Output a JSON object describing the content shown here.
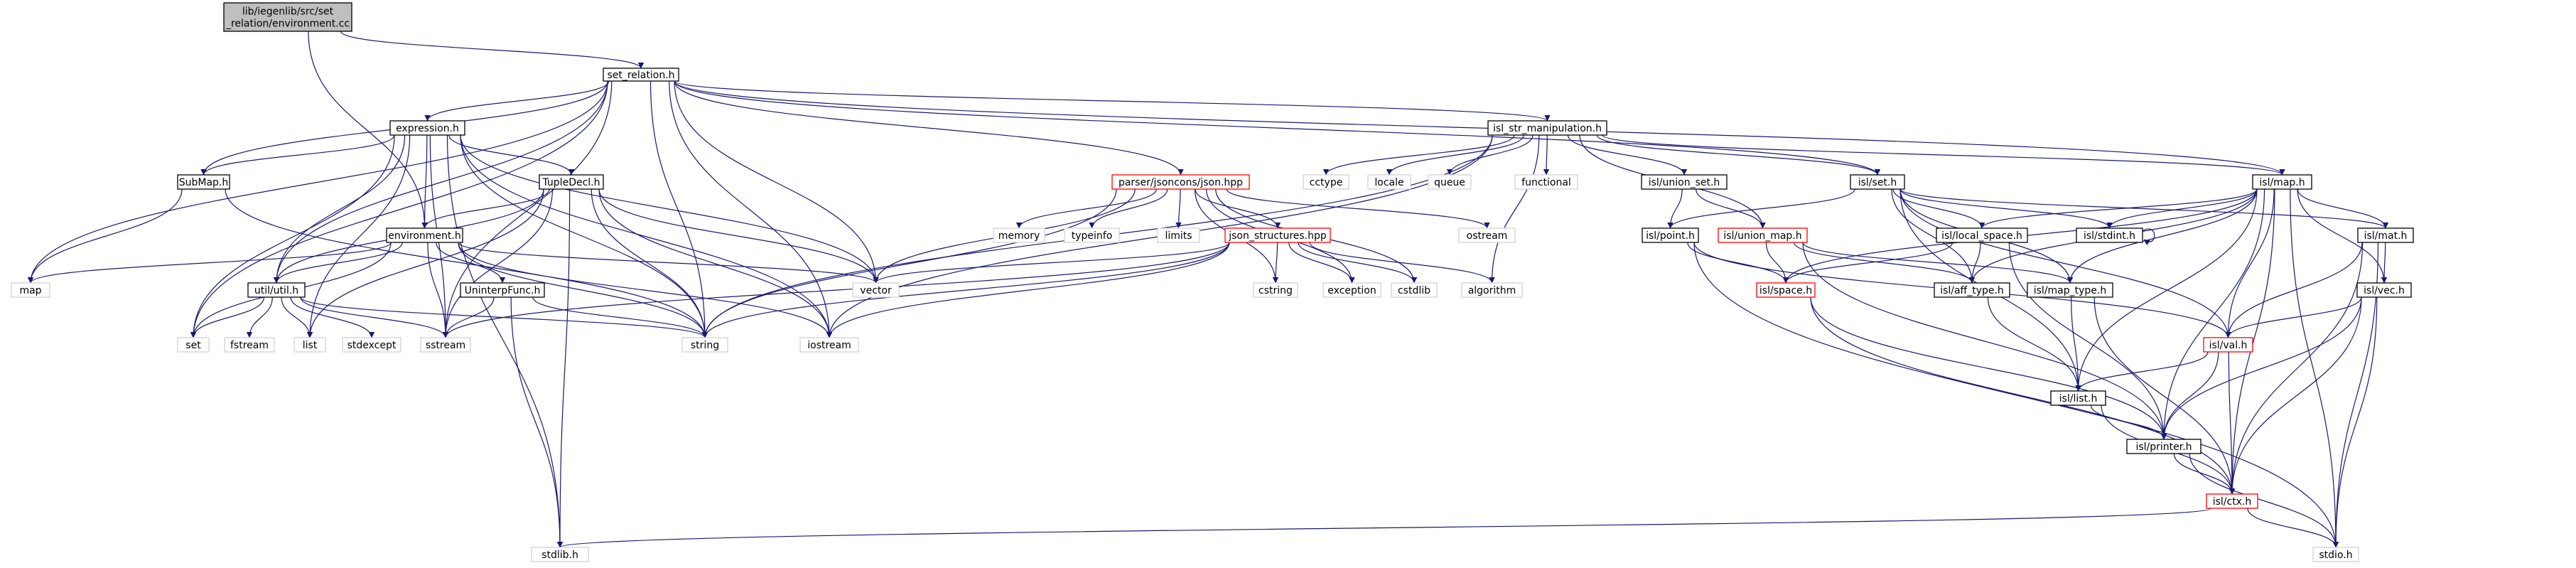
{
  "colors": {
    "edge": "#191970",
    "box_normal": "#000000",
    "box_missing": "#d3d3d3",
    "box_truncated": "#ff0000",
    "root_fill": "#bfbfbf",
    "fill": "#ffffff"
  },
  "nodes": [
    {
      "id": "root",
      "kind": "root",
      "lines": [
        "lib/iegenlib/src/set",
        "_relation/environment.cc"
      ]
    },
    {
      "id": "set_relation_h",
      "kind": "normal",
      "lines": [
        "set_relation.h"
      ]
    },
    {
      "id": "expression_h",
      "kind": "normal",
      "lines": [
        "expression.h"
      ]
    },
    {
      "id": "isl_str_manipulation_h",
      "kind": "normal",
      "lines": [
        "isl_str_manipulation.h"
      ]
    },
    {
      "id": "submap_h",
      "kind": "normal",
      "lines": [
        "SubMap.h"
      ]
    },
    {
      "id": "tupledecl_h",
      "kind": "normal",
      "lines": [
        "TupleDecl.h"
      ]
    },
    {
      "id": "parser_json_hpp",
      "kind": "truncated",
      "lines": [
        "parser/jsoncons/json.hpp"
      ]
    },
    {
      "id": "environment_h",
      "kind": "normal",
      "lines": [
        "environment.h"
      ]
    },
    {
      "id": "json_structures_hpp",
      "kind": "truncated",
      "lines": [
        "json_structures.hpp"
      ]
    },
    {
      "id": "util_util_h",
      "kind": "normal",
      "lines": [
        "util/util.h"
      ]
    },
    {
      "id": "uninterpfunc_h",
      "kind": "normal",
      "lines": [
        "UninterpFunc.h"
      ]
    },
    {
      "id": "map",
      "kind": "missing",
      "lines": [
        "map"
      ]
    },
    {
      "id": "vector",
      "kind": "missing",
      "lines": [
        "vector"
      ]
    },
    {
      "id": "set",
      "kind": "missing",
      "lines": [
        "set"
      ]
    },
    {
      "id": "fstream",
      "kind": "missing",
      "lines": [
        "fstream"
      ]
    },
    {
      "id": "list",
      "kind": "missing",
      "lines": [
        "list"
      ]
    },
    {
      "id": "stdexcept",
      "kind": "missing",
      "lines": [
        "stdexcept"
      ]
    },
    {
      "id": "sstream",
      "kind": "missing",
      "lines": [
        "sstream"
      ]
    },
    {
      "id": "string",
      "kind": "missing",
      "lines": [
        "string"
      ]
    },
    {
      "id": "iostream",
      "kind": "missing",
      "lines": [
        "iostream"
      ]
    },
    {
      "id": "stdlib_h",
      "kind": "missing",
      "lines": [
        "stdlib.h"
      ]
    },
    {
      "id": "memory",
      "kind": "missing",
      "lines": [
        "memory"
      ]
    },
    {
      "id": "typeinfo",
      "kind": "missing",
      "lines": [
        "typeinfo"
      ]
    },
    {
      "id": "limits",
      "kind": "missing",
      "lines": [
        "limits"
      ]
    },
    {
      "id": "cstring",
      "kind": "missing",
      "lines": [
        "cstring"
      ]
    },
    {
      "id": "exception",
      "kind": "missing",
      "lines": [
        "exception"
      ]
    },
    {
      "id": "cstdlib",
      "kind": "missing",
      "lines": [
        "cstdlib"
      ]
    },
    {
      "id": "algorithm",
      "kind": "missing",
      "lines": [
        "algorithm"
      ]
    },
    {
      "id": "ostream",
      "kind": "missing",
      "lines": [
        "ostream"
      ]
    },
    {
      "id": "cctype",
      "kind": "missing",
      "lines": [
        "cctype"
      ]
    },
    {
      "id": "locale",
      "kind": "missing",
      "lines": [
        "locale"
      ]
    },
    {
      "id": "queue",
      "kind": "missing",
      "lines": [
        "queue"
      ]
    },
    {
      "id": "functional",
      "kind": "missing",
      "lines": [
        "functional"
      ]
    },
    {
      "id": "isl_union_set_h",
      "kind": "normal",
      "lines": [
        "isl/union_set.h"
      ]
    },
    {
      "id": "isl_set_h",
      "kind": "normal",
      "lines": [
        "isl/set.h"
      ]
    },
    {
      "id": "isl_map_h",
      "kind": "normal",
      "lines": [
        "isl/map.h"
      ]
    },
    {
      "id": "isl_point_h",
      "kind": "normal",
      "lines": [
        "isl/point.h"
      ]
    },
    {
      "id": "isl_union_map_h",
      "kind": "truncated",
      "lines": [
        "isl/union_map.h"
      ]
    },
    {
      "id": "isl_local_space_h",
      "kind": "normal",
      "lines": [
        "isl/local_space.h"
      ]
    },
    {
      "id": "isl_stdint_h",
      "kind": "normal",
      "lines": [
        "isl/stdint.h"
      ]
    },
    {
      "id": "isl_mat_h",
      "kind": "normal",
      "lines": [
        "isl/mat.h"
      ]
    },
    {
      "id": "isl_space_h",
      "kind": "truncated",
      "lines": [
        "isl/space.h"
      ]
    },
    {
      "id": "isl_aff_type_h",
      "kind": "normal",
      "lines": [
        "isl/aff_type.h"
      ]
    },
    {
      "id": "isl_map_type_h",
      "kind": "normal",
      "lines": [
        "isl/map_type.h"
      ]
    },
    {
      "id": "isl_vec_h",
      "kind": "normal",
      "lines": [
        "isl/vec.h"
      ]
    },
    {
      "id": "isl_val_h",
      "kind": "truncated",
      "lines": [
        "isl/val.h"
      ]
    },
    {
      "id": "isl_list_h",
      "kind": "normal",
      "lines": [
        "isl/list.h"
      ]
    },
    {
      "id": "isl_printer_h",
      "kind": "normal",
      "lines": [
        "isl/printer.h"
      ]
    },
    {
      "id": "isl_ctx_h",
      "kind": "truncated",
      "lines": [
        "isl/ctx.h"
      ]
    },
    {
      "id": "stdio_h",
      "kind": "missing",
      "lines": [
        "stdio.h"
      ]
    }
  ],
  "edges": [
    [
      "root",
      "set_relation_h"
    ],
    [
      "root",
      "environment_h"
    ],
    [
      "set_relation_h",
      "expression_h"
    ],
    [
      "set_relation_h",
      "submap_h"
    ],
    [
      "set_relation_h",
      "parser_json_hpp"
    ],
    [
      "set_relation_h",
      "isl_str_manipulation_h"
    ],
    [
      "set_relation_h",
      "isl_set_h"
    ],
    [
      "set_relation_h",
      "isl_map_h"
    ],
    [
      "set_relation_h",
      "map"
    ],
    [
      "set_relation_h",
      "set"
    ],
    [
      "set_relation_h",
      "sstream"
    ],
    [
      "set_relation_h",
      "util_util_h"
    ],
    [
      "set_relation_h",
      "vector"
    ],
    [
      "set_relation_h",
      "string"
    ],
    [
      "set_relation_h",
      "iostream"
    ],
    [
      "expression_h",
      "submap_h"
    ],
    [
      "expression_h",
      "tupledecl_h"
    ],
    [
      "expression_h",
      "environment_h"
    ],
    [
      "expression_h",
      "util_util_h"
    ],
    [
      "expression_h",
      "set"
    ],
    [
      "expression_h",
      "list"
    ],
    [
      "expression_h",
      "sstream"
    ],
    [
      "expression_h",
      "vector"
    ],
    [
      "expression_h",
      "string"
    ],
    [
      "expression_h",
      "iostream"
    ],
    [
      "expression_h",
      "stdlib_h"
    ],
    [
      "submap_h",
      "map"
    ],
    [
      "submap_h",
      "string"
    ],
    [
      "tupledecl_h",
      "environment_h"
    ],
    [
      "tupledecl_h",
      "util_util_h"
    ],
    [
      "tupledecl_h",
      "list"
    ],
    [
      "tupledecl_h",
      "sstream"
    ],
    [
      "tupledecl_h",
      "string"
    ],
    [
      "tupledecl_h",
      "vector"
    ],
    [
      "tupledecl_h",
      "iostream"
    ],
    [
      "tupledecl_h",
      "stdlib_h"
    ],
    [
      "environment_h",
      "map"
    ],
    [
      "environment_h",
      "util_util_h"
    ],
    [
      "environment_h",
      "uninterpfunc_h"
    ],
    [
      "environment_h",
      "vector"
    ],
    [
      "environment_h",
      "string"
    ],
    [
      "environment_h",
      "iostream"
    ],
    [
      "environment_h",
      "sstream"
    ],
    [
      "environment_h",
      "set"
    ],
    [
      "uninterpfunc_h",
      "sstream"
    ],
    [
      "uninterpfunc_h",
      "string"
    ],
    [
      "uninterpfunc_h",
      "stdlib_h"
    ],
    [
      "util_util_h",
      "set"
    ],
    [
      "util_util_h",
      "fstream"
    ],
    [
      "util_util_h",
      "list"
    ],
    [
      "util_util_h",
      "stdexcept"
    ],
    [
      "util_util_h",
      "sstream"
    ],
    [
      "util_util_h",
      "string"
    ],
    [
      "parser_json_hpp",
      "memory"
    ],
    [
      "parser_json_hpp",
      "typeinfo"
    ],
    [
      "parser_json_hpp",
      "limits"
    ],
    [
      "parser_json_hpp",
      "json_structures_hpp"
    ],
    [
      "parser_json_hpp",
      "vector"
    ],
    [
      "parser_json_hpp",
      "string"
    ],
    [
      "parser_json_hpp",
      "cstring"
    ],
    [
      "parser_json_hpp",
      "exception"
    ],
    [
      "parser_json_hpp",
      "cstdlib"
    ],
    [
      "parser_json_hpp",
      "ostream"
    ],
    [
      "json_structures_hpp",
      "vector"
    ],
    [
      "json_structures_hpp",
      "string"
    ],
    [
      "json_structures_hpp",
      "cstring"
    ],
    [
      "json_structures_hpp",
      "exception"
    ],
    [
      "json_structures_hpp",
      "cstdlib"
    ],
    [
      "json_structures_hpp",
      "algorithm"
    ],
    [
      "json_structures_hpp",
      "iostream"
    ],
    [
      "json_structures_hpp",
      "sstream"
    ],
    [
      "isl_str_manipulation_h",
      "cctype"
    ],
    [
      "isl_str_manipulation_h",
      "locale"
    ],
    [
      "isl_str_manipulation_h",
      "queue"
    ],
    [
      "isl_str_manipulation_h",
      "functional"
    ],
    [
      "isl_str_manipulation_h",
      "algorithm"
    ],
    [
      "isl_str_manipulation_h",
      "string"
    ],
    [
      "isl_str_manipulation_h",
      "iostream"
    ],
    [
      "isl_str_manipulation_h",
      "isl_union_set_h"
    ],
    [
      "isl_str_manipulation_h",
      "isl_union_map_h"
    ],
    [
      "isl_str_manipulation_h",
      "isl_set_h"
    ],
    [
      "isl_str_manipulation_h",
      "isl_map_h"
    ],
    [
      "isl_union_set_h",
      "isl_point_h"
    ],
    [
      "isl_union_set_h",
      "isl_union_map_h"
    ],
    [
      "isl_point_h",
      "isl_space_h"
    ],
    [
      "isl_point_h",
      "isl_val_h"
    ],
    [
      "isl_point_h",
      "stdio_h"
    ],
    [
      "isl_union_map_h",
      "isl_space_h"
    ],
    [
      "isl_union_map_h",
      "isl_aff_type_h"
    ],
    [
      "isl_union_map_h",
      "isl_map_type_h"
    ],
    [
      "isl_union_map_h",
      "isl_printer_h"
    ],
    [
      "isl_set_h",
      "isl_point_h"
    ],
    [
      "isl_set_h",
      "isl_local_space_h"
    ],
    [
      "isl_set_h",
      "isl_stdint_h"
    ],
    [
      "isl_set_h",
      "isl_aff_type_h"
    ],
    [
      "isl_set_h",
      "isl_map_type_h"
    ],
    [
      "isl_set_h",
      "isl_list_h"
    ],
    [
      "isl_set_h",
      "isl_val_h"
    ],
    [
      "isl_set_h",
      "isl_mat_h"
    ],
    [
      "isl_map_h",
      "isl_local_space_h"
    ],
    [
      "isl_map_h",
      "isl_stdint_h"
    ],
    [
      "isl_map_h",
      "isl_mat_h"
    ],
    [
      "isl_map_h",
      "isl_vec_h"
    ],
    [
      "isl_map_h",
      "isl_space_h"
    ],
    [
      "isl_map_h",
      "isl_aff_type_h"
    ],
    [
      "isl_map_h",
      "isl_map_type_h"
    ],
    [
      "isl_map_h",
      "isl_val_h"
    ],
    [
      "isl_map_h",
      "isl_list_h"
    ],
    [
      "isl_map_h",
      "isl_printer_h"
    ],
    [
      "isl_map_h",
      "isl_ctx_h"
    ],
    [
      "isl_map_h",
      "stdio_h"
    ],
    [
      "isl_local_space_h",
      "isl_space_h"
    ],
    [
      "isl_local_space_h",
      "isl_aff_type_h"
    ],
    [
      "isl_local_space_h",
      "isl_printer_h"
    ],
    [
      "isl_stdint_h",
      "isl_stdint_h"
    ],
    [
      "isl_mat_h",
      "isl_vec_h"
    ],
    [
      "isl_mat_h",
      "isl_val_h"
    ],
    [
      "isl_mat_h",
      "isl_ctx_h"
    ],
    [
      "isl_mat_h",
      "stdio_h"
    ],
    [
      "isl_vec_h",
      "isl_val_h"
    ],
    [
      "isl_vec_h",
      "isl_printer_h"
    ],
    [
      "isl_vec_h",
      "isl_ctx_h"
    ],
    [
      "isl_vec_h",
      "stdio_h"
    ],
    [
      "isl_space_h",
      "isl_printer_h"
    ],
    [
      "isl_space_h",
      "isl_ctx_h"
    ],
    [
      "isl_aff_type_h",
      "isl_list_h"
    ],
    [
      "isl_map_type_h",
      "isl_list_h"
    ],
    [
      "isl_map_type_h",
      "isl_ctx_h"
    ],
    [
      "isl_val_h",
      "isl_list_h"
    ],
    [
      "isl_val_h",
      "isl_printer_h"
    ],
    [
      "isl_val_h",
      "isl_ctx_h"
    ],
    [
      "isl_list_h",
      "isl_printer_h"
    ],
    [
      "isl_list_h",
      "isl_ctx_h"
    ],
    [
      "isl_printer_h",
      "isl_ctx_h"
    ],
    [
      "isl_printer_h",
      "stdio_h"
    ],
    [
      "isl_ctx_h",
      "stdlib_h"
    ],
    [
      "isl_ctx_h",
      "stdio_h"
    ]
  ]
}
